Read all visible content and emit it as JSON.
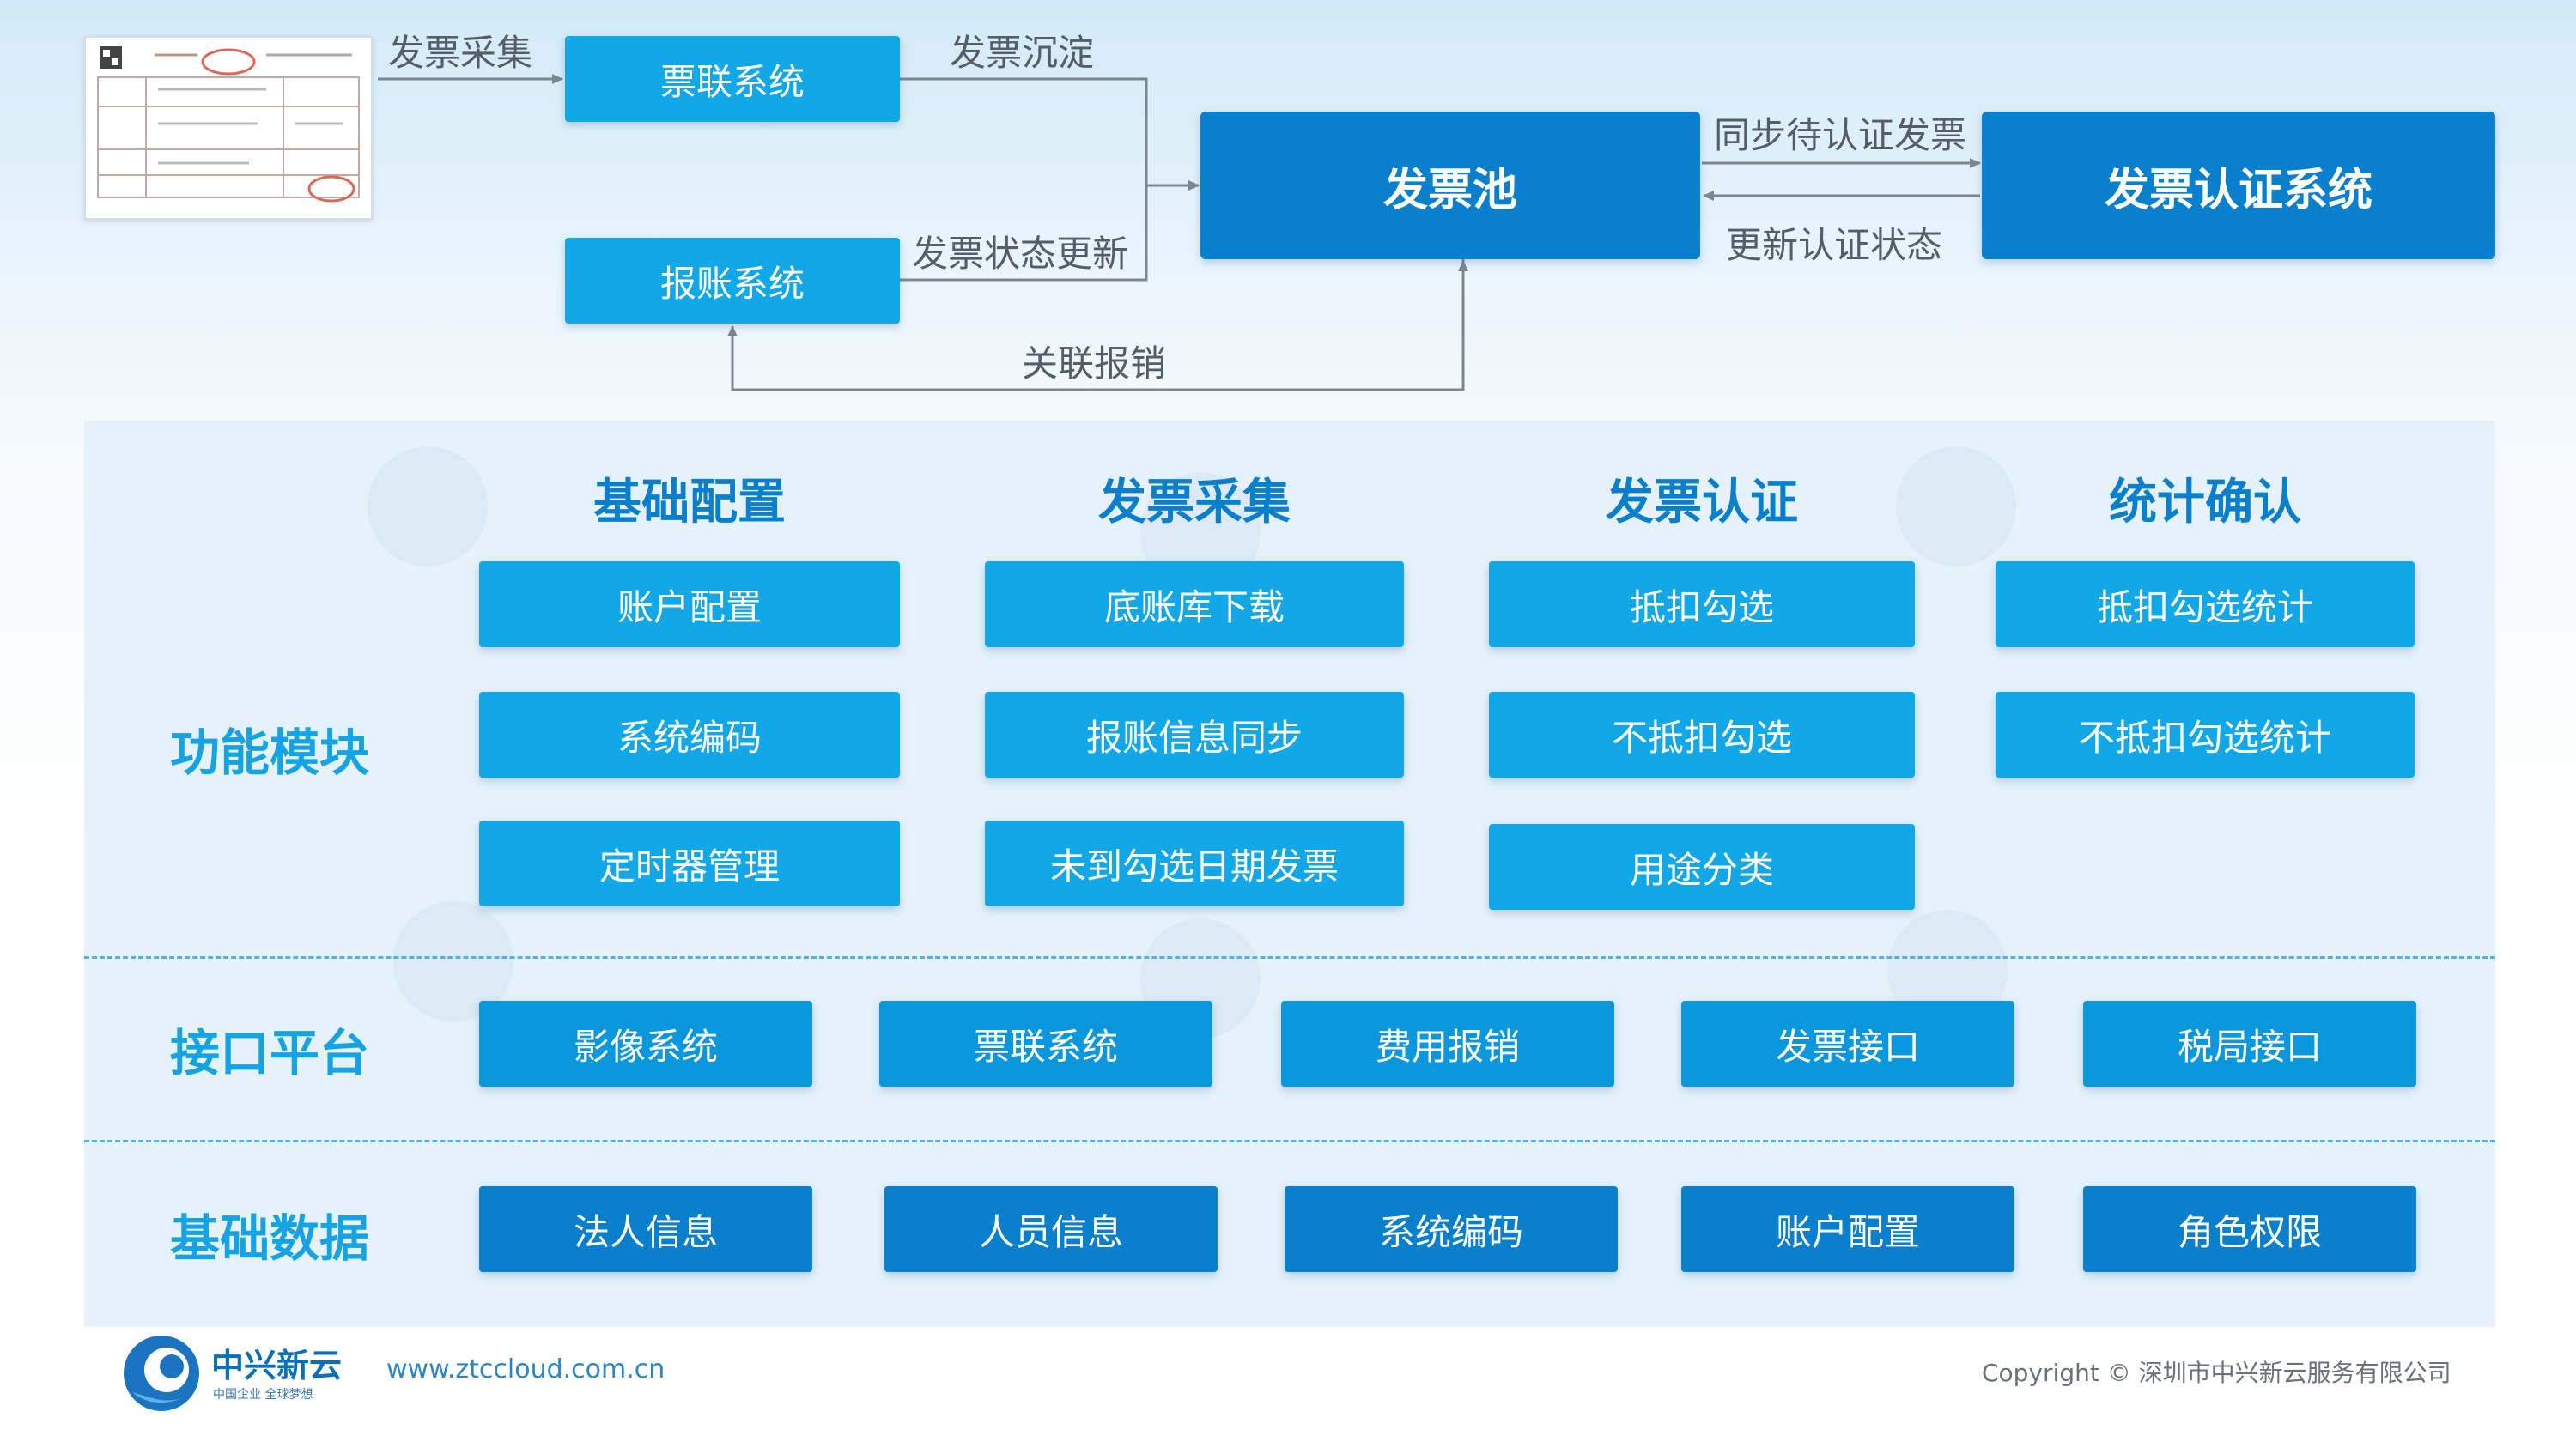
{
  "flow": {
    "invoice_image": "invoice-thumbnail",
    "piaolian_system": "票联系统",
    "baozhang_system": "报账系统",
    "invoice_pool": "发票池",
    "auth_system": "发票认证系统",
    "labels": {
      "collect": "发票采集",
      "deposit": "发票沉淀",
      "status_update": "发票状态更新",
      "sync_pending": "同步待认证发票",
      "update_auth": "更新认证状态",
      "link_reimburse": "关联报销"
    }
  },
  "modules": {
    "row_title": "功能模块",
    "columns": [
      {
        "title": "基础配置",
        "items": [
          "账户配置",
          "系统编码",
          "定时器管理"
        ]
      },
      {
        "title": "发票采集",
        "items": [
          "底账库下载",
          "报账信息同步",
          "未到勾选日期发票"
        ]
      },
      {
        "title": "发票认证",
        "items": [
          "抵扣勾选",
          "不抵扣勾选",
          "用途分类"
        ]
      },
      {
        "title": "统计确认",
        "items": [
          "抵扣勾选统计",
          "不抵扣勾选统计"
        ]
      }
    ]
  },
  "interface": {
    "row_title": "接口平台",
    "items": [
      "影像系统",
      "票联系统",
      "费用报销",
      "发票接口",
      "税局接口"
    ]
  },
  "basic_data": {
    "row_title": "基础数据",
    "items": [
      "法人信息",
      "人员信息",
      "系统编码",
      "账户配置",
      "角色权限"
    ]
  },
  "footer": {
    "logo_name": "中兴新云",
    "logo_slogan": "中国企业 全球梦想",
    "url": "www.ztccloud.com.cn",
    "copyright": "Copyright © 深圳市中兴新云服务有限公司"
  },
  "colors": {
    "box_light": "#12a7e6",
    "box_dark": "#0a7fcb",
    "title_blue": "#0a7fcb",
    "row_title_blue": "#15a3e3"
  }
}
